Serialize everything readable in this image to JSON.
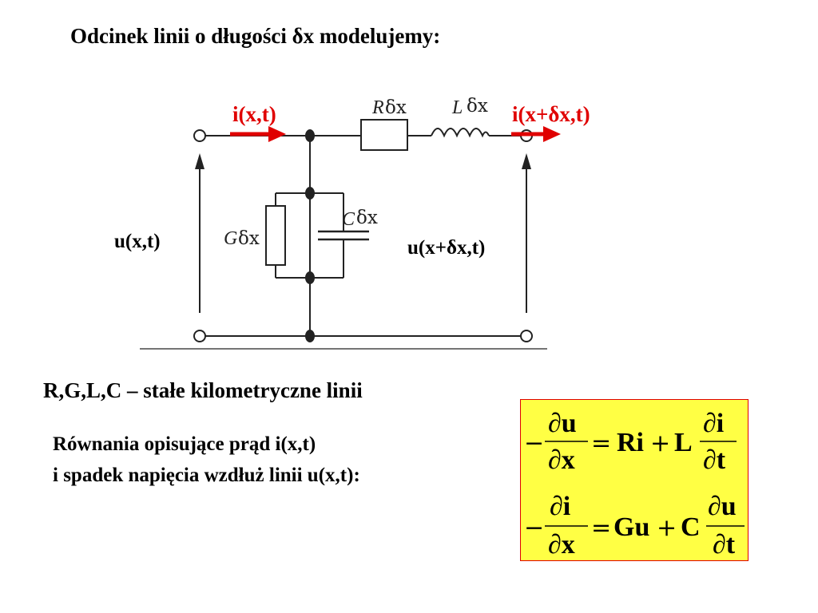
{
  "title": "Odcinek linii o długości δx modelujemy:",
  "circuit": {
    "current_in": "i(x,t)",
    "current_out": "i(x+δx,t)",
    "voltage_in": "u(x,t)",
    "voltage_out": "u(x+δx,t)",
    "resistor": {
      "symbol": "R",
      "delta": "δx"
    },
    "inductor": {
      "symbol": "L",
      "delta": "δx"
    },
    "capacitor": {
      "symbol": "C",
      "delta": "δx"
    },
    "conductance": {
      "symbol": "G",
      "delta": "δx"
    },
    "arrow_color": "#e00000"
  },
  "constants_text": "R,G,L,C – stałe kilometryczne linii",
  "equations_desc": {
    "line1": "Równania opisujące prąd i(x,t)",
    "line2": "i spadek napięcia wzdłuż linii u(x,t):"
  },
  "equations": {
    "box_color": "#ffff44",
    "border_color": "#e00000",
    "eq1": {
      "minus": "−",
      "num_left": "∂u",
      "den_left": "∂x",
      "equals": "=",
      "term1": "Ri",
      "plus": "+",
      "coef": "L",
      "num_right": "∂i",
      "den_right": "∂t"
    },
    "eq2": {
      "minus": "−",
      "num_left": "∂i",
      "den_left": "∂x",
      "equals": "=",
      "term1": "Gu",
      "plus": "+",
      "coef": "C",
      "num_right": "∂u",
      "den_right": "∂t"
    }
  }
}
